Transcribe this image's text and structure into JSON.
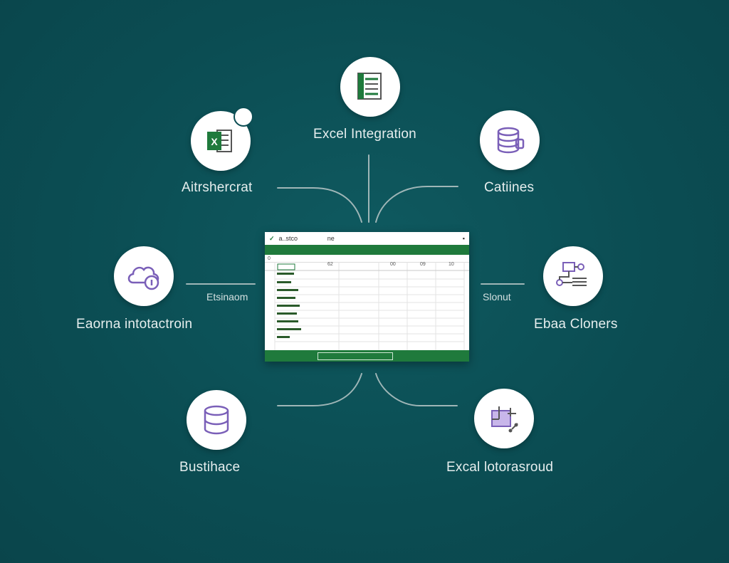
{
  "diagram": {
    "nodes": {
      "top": {
        "label": "Excel Integration",
        "icon": "spreadsheet-icon"
      },
      "upper_left": {
        "label": "Aitrshercrat",
        "icon": "excel-file-icon"
      },
      "upper_right": {
        "label": "Catiines",
        "icon": "database-icon"
      },
      "mid_left": {
        "label": "Eaorna intotactroin",
        "icon": "cloud-icon"
      },
      "mid_right": {
        "label": "Ebaa Cloners",
        "icon": "flow-diagram-icon"
      },
      "lower_left": {
        "label": "Bustihace",
        "icon": "database-icon"
      },
      "lower_right": {
        "label": "Excal lotorasroud",
        "icon": "chart-tool-icon"
      }
    },
    "connectors": {
      "left": "Etsinaom",
      "right": "Slonut"
    },
    "spreadsheet": {
      "title": "a..stco",
      "title_short": "ne",
      "corner": "0",
      "columns": [
        "62",
        "00",
        "09",
        "10"
      ]
    },
    "colors": {
      "background": "#0b4d53",
      "excel_green": "#1f7a3c",
      "accent_purple": "#7a5fb8",
      "line": "#9fb6b7"
    }
  }
}
